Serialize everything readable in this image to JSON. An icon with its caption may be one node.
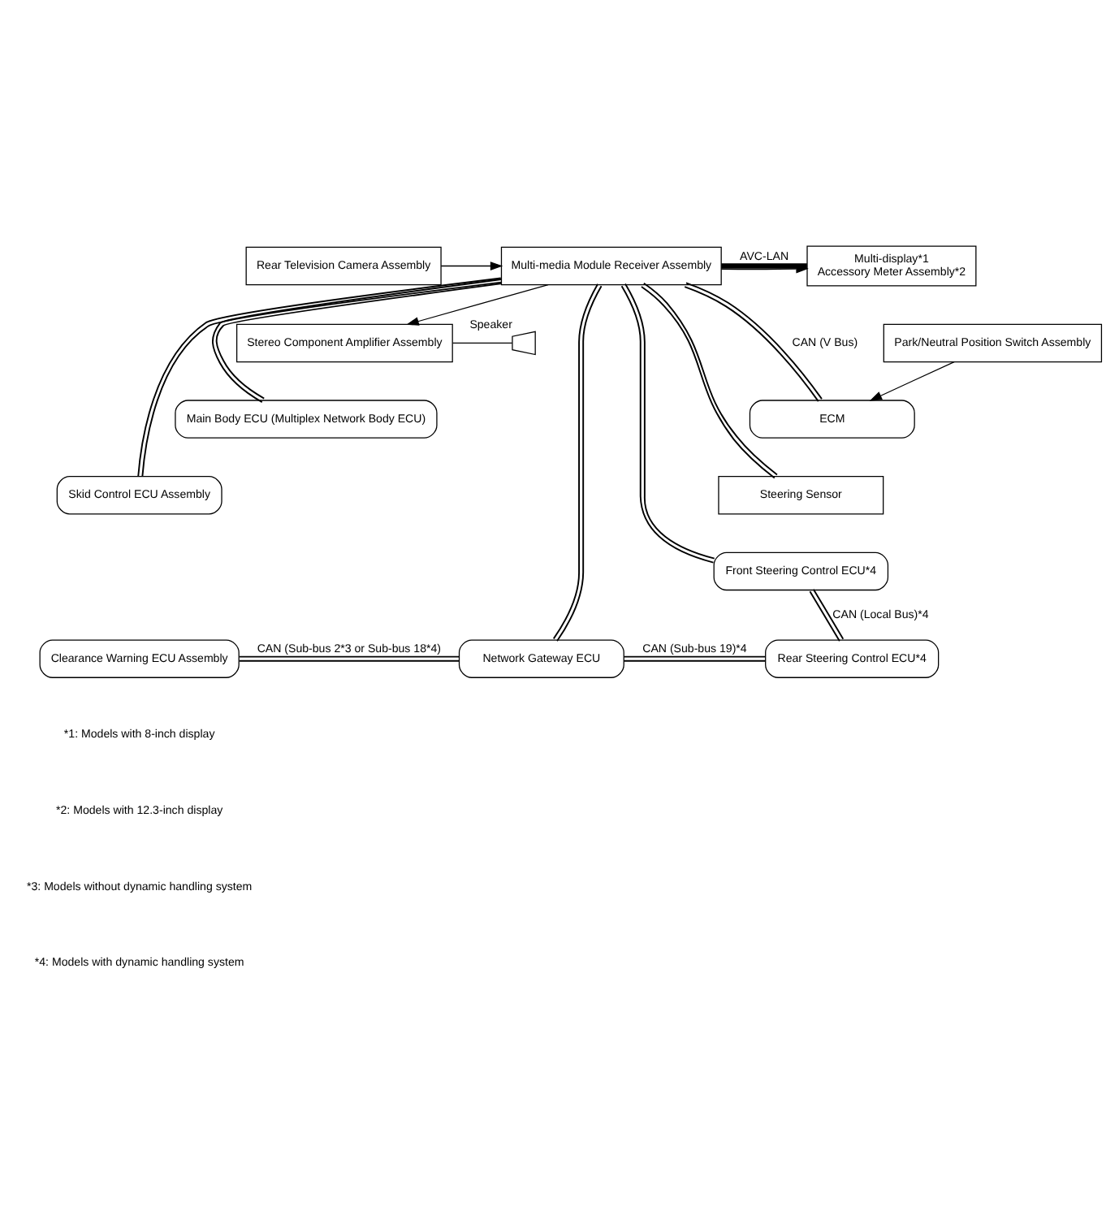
{
  "diagram": {
    "nodes": [
      {
        "text": [
          "Rear Television Camera Assembly"
        ]
      },
      {
        "text": [
          "Multi-media Module Receiver Assembly"
        ]
      },
      {
        "text": [
          "Multi-display*1",
          "Accessory Meter Assembly*2"
        ]
      },
      {
        "text": [
          "Stereo Component Amplifier Assembly"
        ]
      },
      {
        "text": [],
        "shape": "speaker",
        "beside": [
          "Speaker"
        ]
      },
      {
        "text": [
          "Park/Neutral Position Switch Assembly"
        ]
      },
      {
        "text": [
          "ECM"
        ]
      },
      {
        "text": [
          "Main Body ECU (Multiplex Network Body ECU)"
        ]
      },
      {
        "text": [
          "Steering Sensor"
        ]
      },
      {
        "text": [
          "Skid Control ECU Assembly"
        ]
      },
      {
        "text": [
          "Front Steering Control ECU*4"
        ]
      },
      {
        "text": [
          "Clearance Warning ECU Assembly"
        ]
      },
      {
        "text": [
          "Network Gateway ECU"
        ]
      },
      {
        "text": [
          "Rear Steering Control ECU*4"
        ]
      }
    ],
    "edges": [
      {
        "from": 0,
        "to": 1,
        "arrow": "to"
      },
      {
        "from": 1,
        "to": 2,
        "arrow": "to"
      },
      {
        "from": 1,
        "to": 2,
        "arrow": "none",
        "label": "AVC-LAN",
        "style": "thick"
      },
      {
        "from": 1,
        "to": 3,
        "arrow": "to"
      },
      {
        "from": 3,
        "to": 4,
        "arrow": "none"
      },
      {
        "from": 5,
        "to": 6,
        "arrow": "to"
      },
      {
        "from": 1,
        "to": 6,
        "arrow": "none",
        "label": "CAN (V Bus)"
      },
      {
        "from": 1,
        "to": 7,
        "arrow": "none"
      },
      {
        "from": 1,
        "to": 8,
        "arrow": "none"
      },
      {
        "from": 1,
        "to": 9,
        "arrow": "none"
      },
      {
        "from": 1,
        "to": 10,
        "arrow": "none"
      },
      {
        "from": 1,
        "to": 12,
        "arrow": "none"
      },
      {
        "from": 10,
        "to": 13,
        "arrow": "none",
        "label": "CAN (Local Bus)*4"
      },
      {
        "from": 11,
        "to": 12,
        "arrow": "none",
        "label": "CAN (Sub-bus 2*3 or Sub-bus 18*4)"
      },
      {
        "from": 12,
        "to": 13,
        "arrow": "none",
        "label": "CAN (Sub-bus 19)*4"
      }
    ],
    "labels": [
      "*1: Models with 8-inch display",
      "*2: Models with 12.3-inch display",
      "*3: Models without dynamic handling system",
      "*4: Models with dynamic handling system"
    ]
  }
}
